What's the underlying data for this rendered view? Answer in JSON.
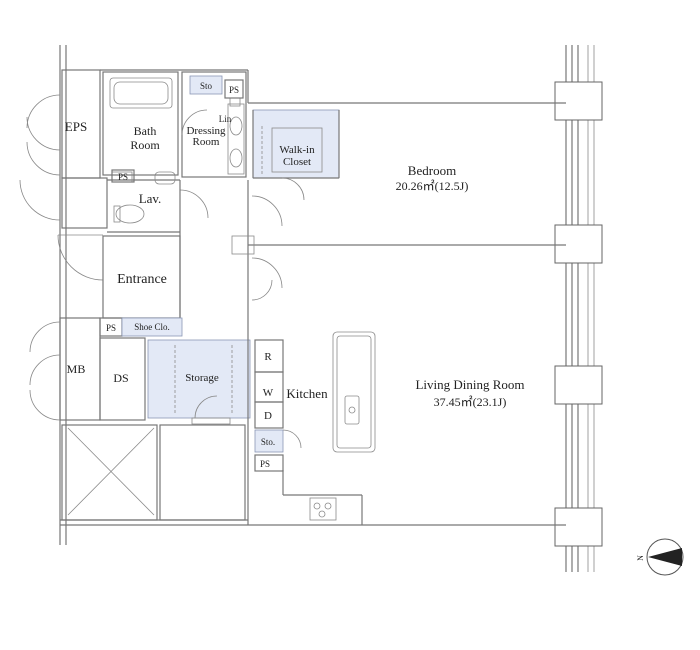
{
  "rooms": {
    "eps": "EPS",
    "bath_line1": "Bath",
    "bath_line2": "Room",
    "sto_top": "Sto",
    "ps_top": "PS",
    "lin": "Lin",
    "dressing_line1": "Dressing",
    "dressing_line2": "Room",
    "walkin_line1": "Walk-in",
    "walkin_line2": "Closet",
    "bedroom": "Bedroom",
    "bedroom_area": "20.26㎡(12.5J)",
    "ps_lav": "PS",
    "lav": "Lav.",
    "entrance": "Entrance",
    "ps_entrance": "PS",
    "shoe_closet": "Shoe Clo.",
    "mb": "MB",
    "ds": "DS",
    "storage": "Storage",
    "r": "R",
    "w": "W",
    "d": "D",
    "kitchen": "Kitchen",
    "sto_kitchen": "Sto.",
    "ps_kitchen": "PS",
    "living_dining": "Living Dining Room",
    "living_area": "37.45㎡(23.1J)"
  },
  "compass": {
    "north_label": "N"
  },
  "colors": {
    "storage_fill": "#e3e9f6",
    "wall": "#777777"
  }
}
